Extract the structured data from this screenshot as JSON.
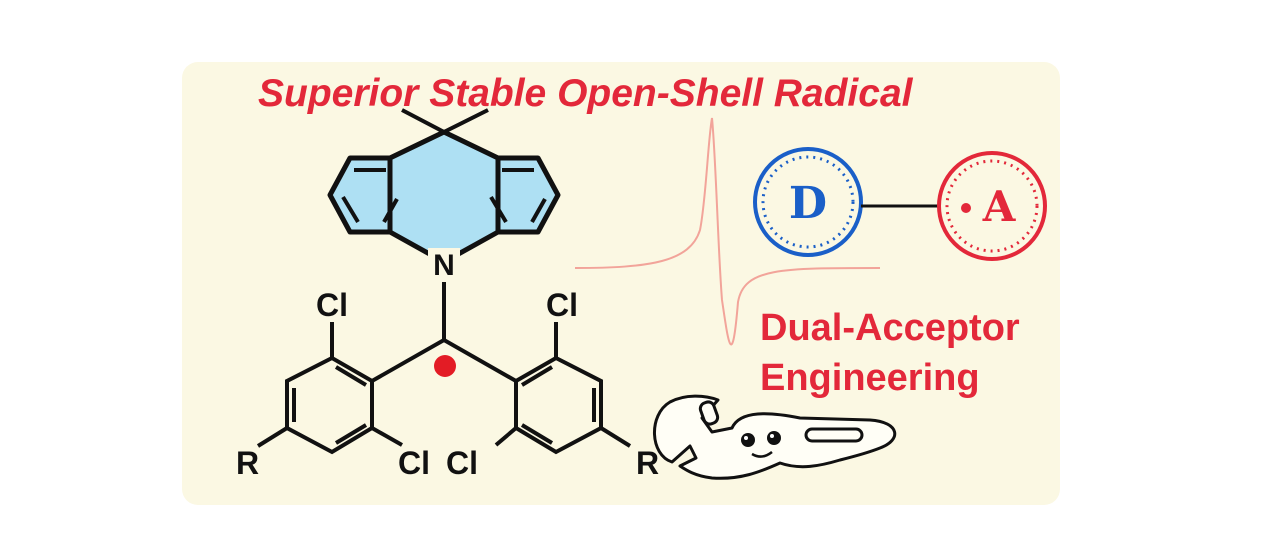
{
  "title": "Superior Stable Open-Shell Radical",
  "atoms": {
    "nitrogen": "N",
    "chlorine": "Cl",
    "substituent": "R"
  },
  "donor_label": "D",
  "acceptor_label": "A",
  "caption_line1": "Dual-Acceptor",
  "caption_line2": "Engineering",
  "colors": {
    "background": "#fbf8e3",
    "accent_red": "#e3283a",
    "donor_blue": "#1a5fc8",
    "ring_fill": "#aee0f3",
    "esr_line": "#f2a49a"
  },
  "icons": [
    "wrench-icon",
    "radical-dot-icon",
    "donor-circle-icon",
    "acceptor-circle-icon"
  ]
}
